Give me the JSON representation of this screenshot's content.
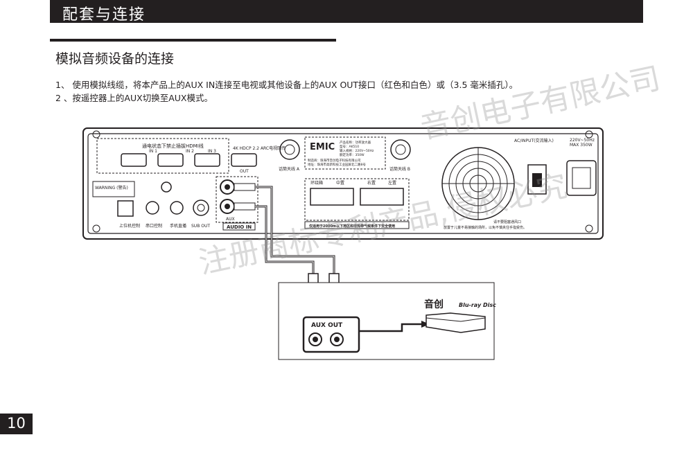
{
  "header": {
    "title": "配套与连接"
  },
  "section": {
    "title": "模拟音频设备的连接"
  },
  "steps": [
    "1、 使用模拟线缆，将本产品上的AUX IN连接至电视或其他设备上的AUX OUT接口（红色和白色）或（3.5 毫米插孔）。",
    "2 、按遥控器上的AUX切换至AUX模式。"
  ],
  "panel": {
    "brand": "EMIC",
    "hdmi_note": "通电状态下禁止插拔HDMI线",
    "hdmi_inputs": [
      "IN 1",
      "IN 2",
      "IN 3"
    ],
    "hdmi_out_label": "OUT",
    "hdmi_out_note": "4K HDCP 2.2 ARC电视回传",
    "warning_label": "WARNING (警告)",
    "antenna_a": "话筒天线 A",
    "antenna_b": "话筒天线 B",
    "product_info": [
      "产品名称：功率放大器",
      "型号：AK510",
      "输入规格：220V~50Hz",
      "额定功率：350W",
      "制造商：珠海市音创电子科技有限公司",
      "地址：珠海市高新科技工业园屏北二路8号"
    ],
    "audio_in": "AUDIO IN",
    "aux_label": "AUX",
    "sub_out": "SUB OUT",
    "port_labels": [
      "上位机控制",
      "串口控制",
      "手机直播",
      "SUB OUT"
    ],
    "speaker_labels": [
      "环绕箱",
      "中置",
      "右置",
      "左置"
    ],
    "safety_note": "仅适用于2000m以下地区和非热带气候条件下安全使用",
    "power_label": "AC/INPUT(交流输入)",
    "power_spec_1": "220V~50Hz",
    "power_spec_2": "MAX 350W",
    "vent_note": "请不要阻塞通风口",
    "vent_note_2": "放置于儿童不易接触的场所，以免不慎夹住手指受伤。"
  },
  "player": {
    "brand": "音创",
    "disc_logo": "Blu-ray Disc",
    "aux_out_label": "AUX OUT"
  },
  "watermark": [
    "注册商标专利产品,侵权必究",
    "音创电子有限公司"
  ],
  "page": {
    "number": "10"
  }
}
